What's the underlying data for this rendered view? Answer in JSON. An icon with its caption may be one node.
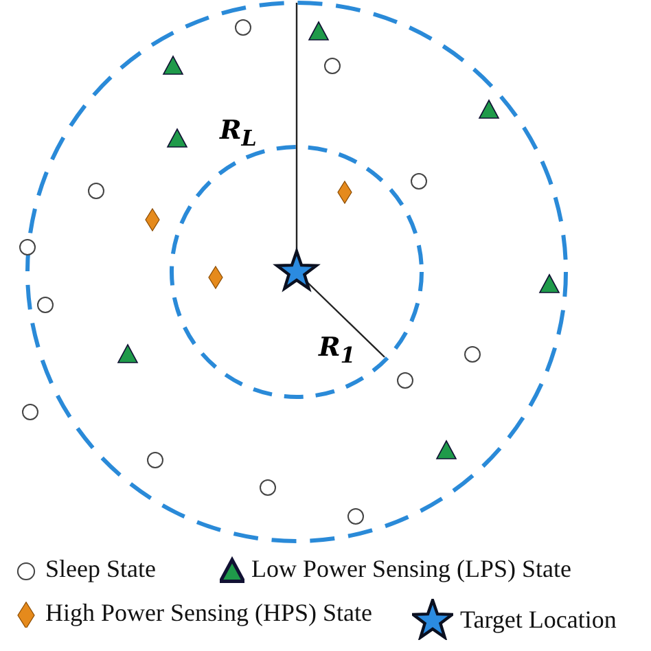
{
  "diagram": {
    "labels": [
      "R$_{L}$",
      "R$_{1}$"
    ],
    "legend": [
      {
        "text": "Sleep State"
      },
      {
        "text": "Low Power Sensing (LPS) State"
      },
      {
        "text": "High Power Sensing (HPS) State"
      },
      {
        "text": "Target Location"
      }
    ]
  }
}
